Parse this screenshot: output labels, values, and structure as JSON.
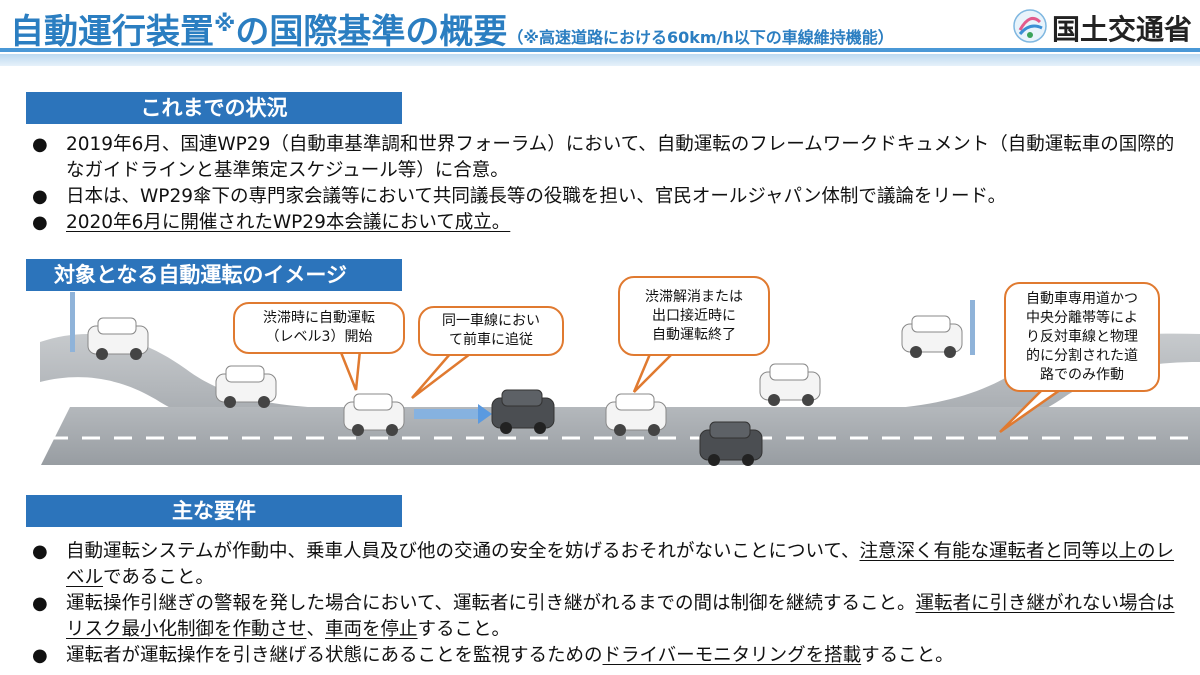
{
  "header": {
    "title_main": "自動運行装置",
    "title_mark": "※",
    "title_rest": "の国際基準の概要",
    "title_sub": "（※高速道路における60km/h以下の車線維持機能）",
    "logo_text": "国土交通省"
  },
  "sections": {
    "status": {
      "heading": "これまでの状況",
      "bullets": [
        "2019年6月、国連WP29（自動車基準調和世界フォーラム）において、自動運転のフレームワークドキュメント（自動運転車の国際的なガイドラインと基準策定スケジュール等）に合意。",
        "日本は、WP29傘下の専門家会議等において共同議長等の役職を担い、官民オールジャパン体制で議論をリード。",
        "2020年6月に開催されたWP29本会議において成立。"
      ]
    },
    "image": {
      "heading": "対象となる自動運転のイメージ",
      "callouts": [
        "渋滞時に自動運転\n（レベル3）開始",
        "同一車線におい\nて前車に追従",
        "渋滞解消または\n出口接近時に\n自動運転終了",
        "自動車専用道かつ\n中央分離帯等によ\nり反対車線と物理\n的に分割された道\n路でのみ作動"
      ]
    },
    "requirements": {
      "heading": "主な要件",
      "b1_a": "自動運転システムが作動中、乗車人員及び他の交通の安全を妨げるおそれがないことについて、",
      "b1_u": "注意深く有能な運転者と同等以上のレベル",
      "b1_b": "であること。",
      "b2_a": "運転操作引継ぎの警報を発した場合において、運転者に引き継がれるまでの間は制御を継続すること。",
      "b2_u1": "運転者に引き継がれない場合はリスク最小化制御を作動させ",
      "b2_m": "、",
      "b2_u2": "車両を停止",
      "b2_b": "すること。",
      "b3_a": "運転者が運転操作を引き継げる状態にあることを監視するための",
      "b3_u": "ドライバーモニタリングを搭載",
      "b3_b": "すること。"
    }
  },
  "colors": {
    "title_blue": "#2b7ec1",
    "section_bar": "#2c74bb",
    "callout_border": "#e07a30",
    "road": "#a9aeb4"
  },
  "icons": [
    "mlit-logo-icon",
    "bullet-dot-icon",
    "white-car-icon",
    "dark-car-icon",
    "follow-arrow-icon"
  ]
}
